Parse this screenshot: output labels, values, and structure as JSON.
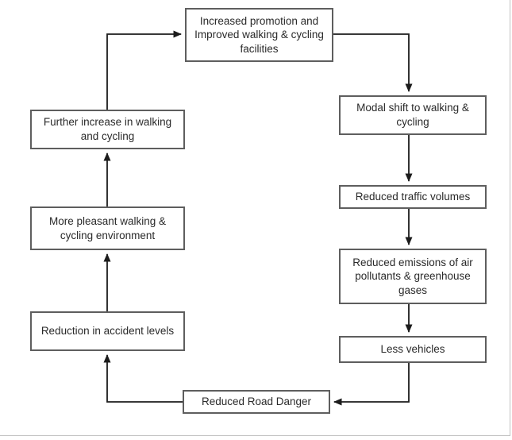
{
  "diagram": {
    "type": "flowchart-cycle",
    "background": "#ffffff",
    "colors": {
      "box_border": "#5e5e5e",
      "arrow": "#1c1c1c",
      "text": "#2a2a2a",
      "outer_frame": "#c2c2c2"
    }
  },
  "nodes": [
    {
      "id": "increased-promotion",
      "label": "Increased promotion and Improved walking & cycling facilities"
    },
    {
      "id": "modal-shift",
      "label": "Modal shift to walking & cycling"
    },
    {
      "id": "reduced-traffic",
      "label": "Reduced traffic volumes"
    },
    {
      "id": "reduced-emissions",
      "label": "Reduced emissions of air pollutants & greenhouse gases"
    },
    {
      "id": "less-vehicles",
      "label": "Less vehicles"
    },
    {
      "id": "road-danger",
      "label": "Reduced Road Danger"
    },
    {
      "id": "accident-levels",
      "label": "Reduction in accident levels"
    },
    {
      "id": "pleasant-env",
      "label": "More pleasant walking & cycling environment"
    },
    {
      "id": "further-increase",
      "label": "Further increase in walking and cycling"
    }
  ],
  "edges": [
    {
      "from": "further-increase",
      "to": "increased-promotion"
    },
    {
      "from": "increased-promotion",
      "to": "modal-shift"
    },
    {
      "from": "modal-shift",
      "to": "reduced-traffic"
    },
    {
      "from": "reduced-traffic",
      "to": "reduced-emissions"
    },
    {
      "from": "reduced-emissions",
      "to": "less-vehicles"
    },
    {
      "from": "less-vehicles",
      "to": "road-danger"
    },
    {
      "from": "road-danger",
      "to": "accident-levels"
    },
    {
      "from": "accident-levels",
      "to": "pleasant-env"
    },
    {
      "from": "pleasant-env",
      "to": "further-increase"
    }
  ]
}
